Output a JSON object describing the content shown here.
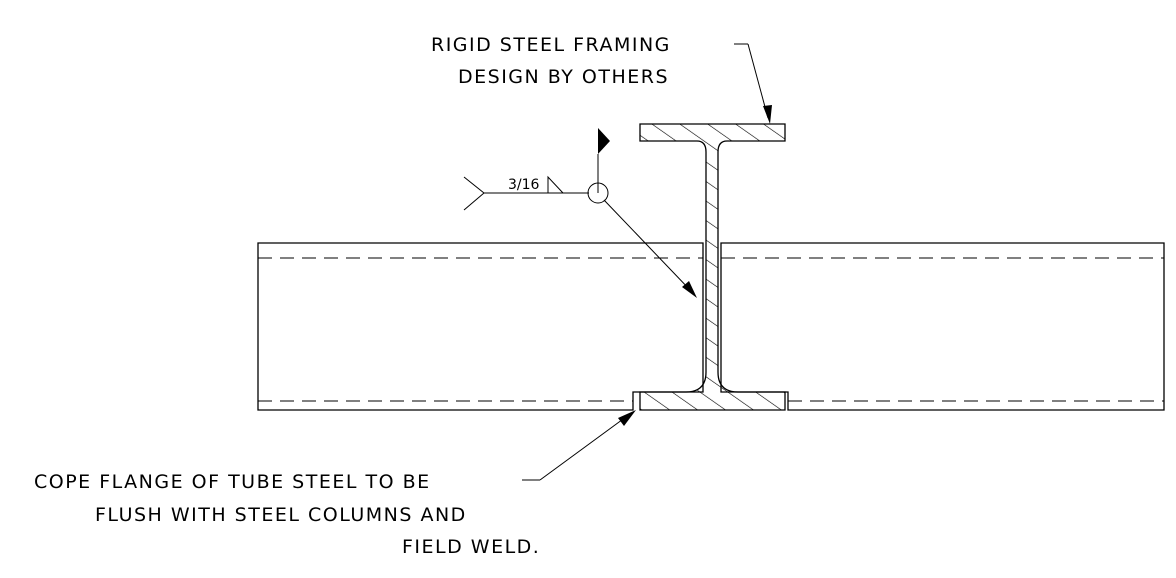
{
  "notes": {
    "top_line1": "RIGID STEEL FRAMING",
    "top_line2": "DESIGN BY OTHERS",
    "bottom_line1": "COPE FLANGE OF TUBE STEEL TO BE",
    "bottom_line2": "FLUSH WITH STEEL COLUMNS AND",
    "bottom_line3": "FIELD WELD."
  },
  "weld_symbol": {
    "size": "3/16"
  },
  "colors": {
    "ink": "#000000",
    "background": "#ffffff"
  }
}
